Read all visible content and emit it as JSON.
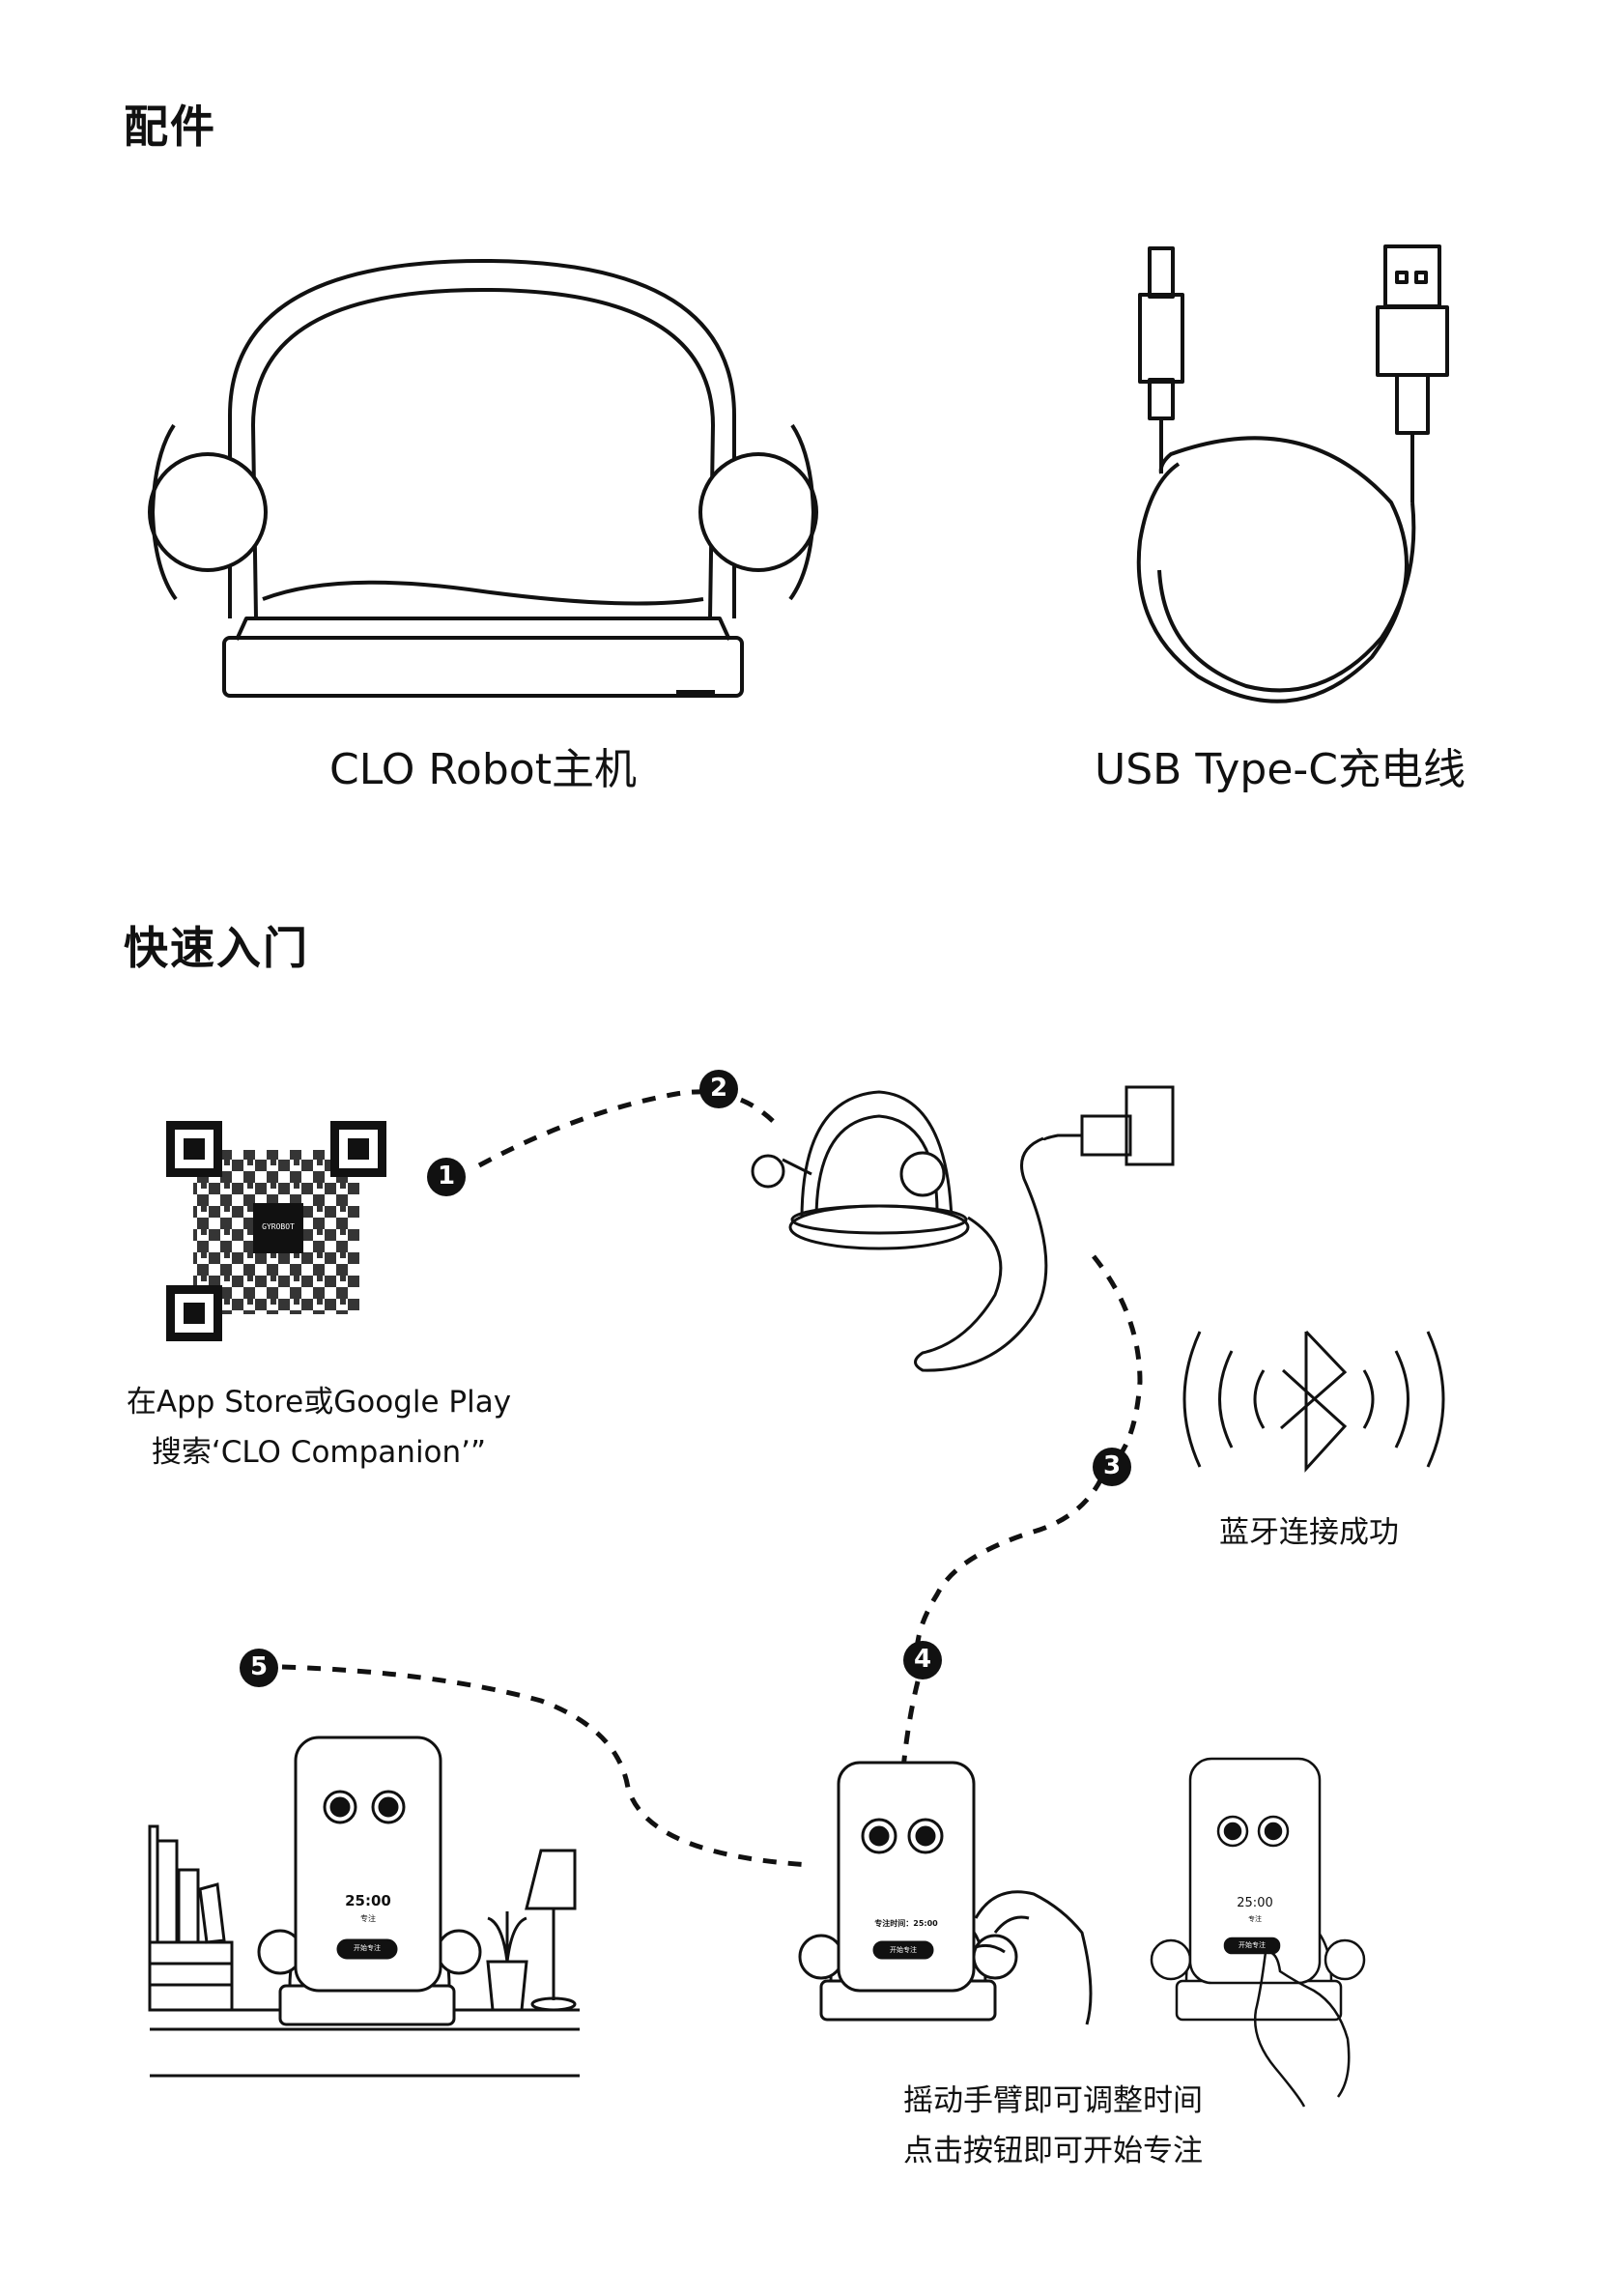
{
  "sections": {
    "accessories_title": "配件",
    "quickstart_title": "快速入门"
  },
  "accessories": {
    "robot_label": "CLO Robot主机",
    "cable_label": "USB Type-C充电线"
  },
  "steps": {
    "numbers": [
      "1",
      "2",
      "3",
      "4",
      "5"
    ],
    "step1_line1": "在App Store或Google Play",
    "step1_line2": "搜索‘CLO Companion’”",
    "bluetooth_text": "蓝牙连接成功",
    "step4_line1": "摇动手臂即可调整时间",
    "step4_line2": "点击按钮即可开始专注"
  },
  "qr": {
    "center_text": "GYROBOT"
  },
  "phone_screens": {
    "desk": {
      "time": "25:00",
      "sub": "专注",
      "button": "开始专注"
    },
    "adjust": {
      "time_text": "专注时间：25:00",
      "button": "开始专注"
    },
    "tap": {
      "time": "25:00",
      "sub": "专注",
      "button": "开始专注"
    }
  }
}
